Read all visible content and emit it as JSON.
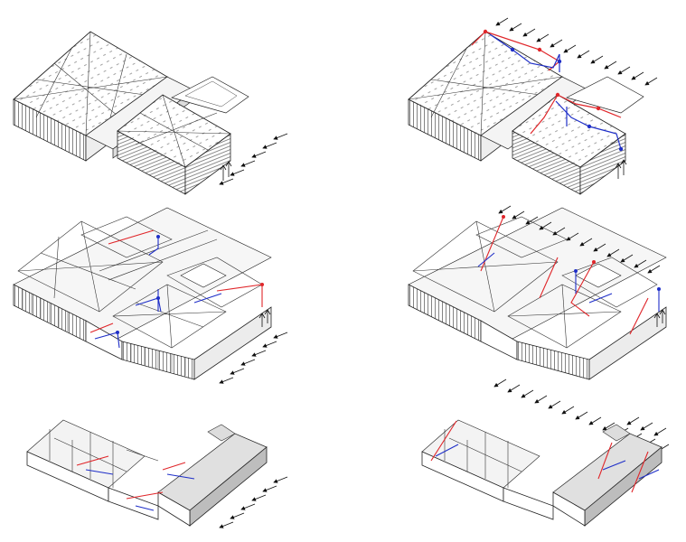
{
  "figure": {
    "panels": [
      {
        "id": "roof-plain",
        "row": 1,
        "col": 1,
        "arrows": "wind-right"
      },
      {
        "id": "roof-loads",
        "row": 1,
        "col": 2,
        "arrows": "wind-top"
      },
      {
        "id": "frame-plain",
        "row": 2,
        "col": 1,
        "arrows": "wind-right"
      },
      {
        "id": "frame-loads",
        "row": 2,
        "col": 2,
        "arrows": "wind-top"
      },
      {
        "id": "walls-plain",
        "row": 3,
        "col": 1,
        "arrows": "wind-right"
      },
      {
        "id": "walls-loads",
        "row": 3,
        "col": 2,
        "arrows": "wind-top"
      }
    ]
  },
  "colors": {
    "line": "#222222",
    "load_red": "#e0262a",
    "load_blue": "#1f2fc8",
    "wall_face": "#ffffff",
    "wall_shade": "#d9d9d9",
    "wall_dark": "#bdbdbd",
    "background": "#ffffff"
  }
}
